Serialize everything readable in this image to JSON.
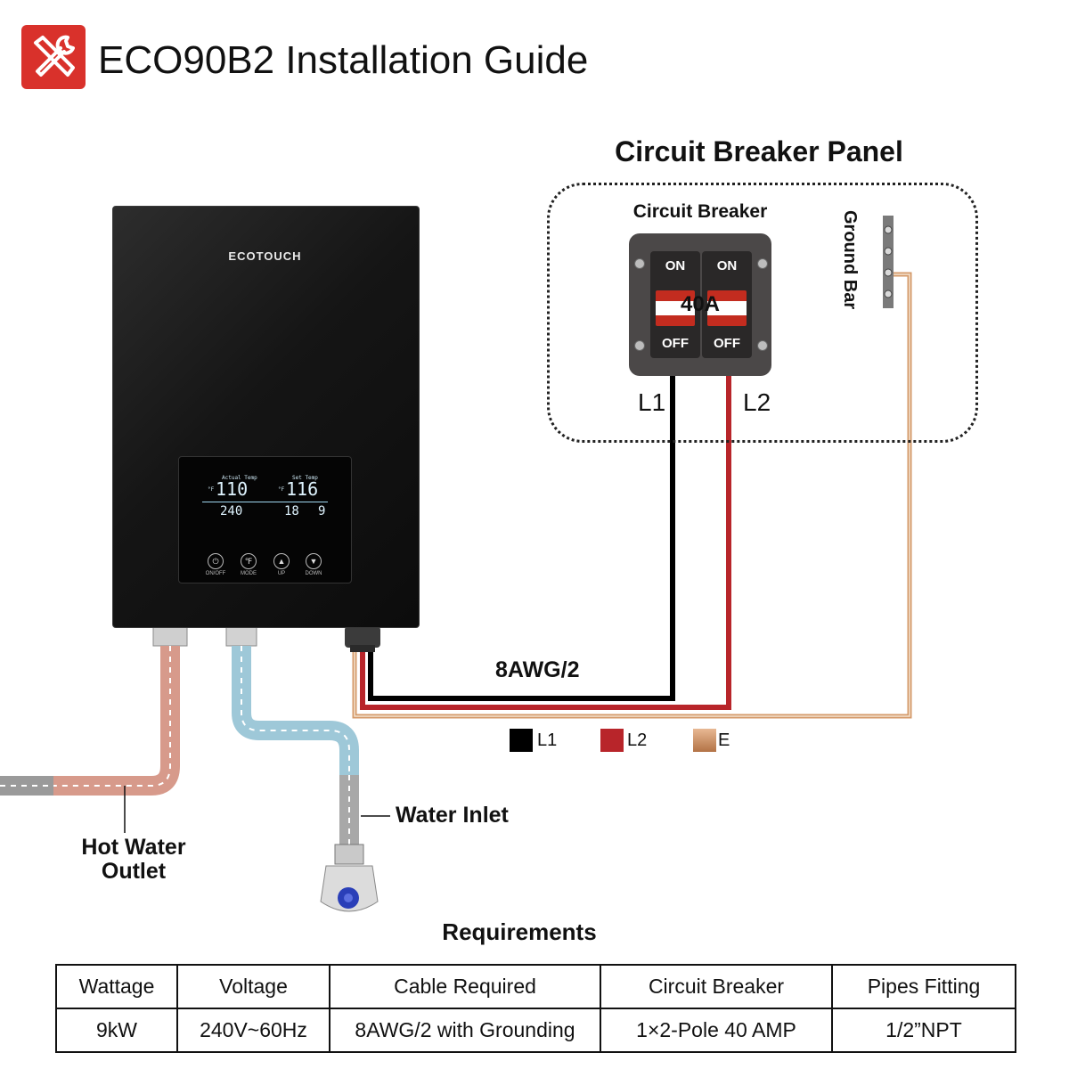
{
  "header": {
    "title": "ECO90B2 Installation Guide",
    "icon": "tools-icon",
    "accent_color": "#d9312b"
  },
  "heater": {
    "brand": "ECOTOUCH",
    "display": {
      "actual_temp_label": "Actual Temp",
      "set_temp_label": "Set Temp",
      "unit_left": "°F",
      "unit_right": "°F",
      "actual_temp": "110",
      "set_temp": "116",
      "voltage": "240",
      "power": "18",
      "flow": "9"
    },
    "buttons": [
      {
        "label": "ON/OFF",
        "icon": "power-icon"
      },
      {
        "label": "MODE",
        "icon": "fahrenheit-celsius-icon"
      },
      {
        "label": "UP",
        "icon": "up-icon"
      },
      {
        "label": "DOWN",
        "icon": "down-icon"
      }
    ]
  },
  "panel": {
    "title": "Circuit Breaker Panel",
    "breaker_title": "Circuit Breaker",
    "ground_bar_label": "Ground Bar",
    "breaker": {
      "on_label": "ON",
      "off_label": "OFF",
      "rating": "40A"
    },
    "wire_l1": "L1",
    "wire_l2": "L2"
  },
  "cable_label": "8AWG/2",
  "legend": [
    {
      "label": "L1",
      "color": "#000000"
    },
    {
      "label": "L2",
      "color": "#b8252a"
    },
    {
      "label": "E",
      "color": "#d49a6a"
    }
  ],
  "callouts": {
    "hot_water_outlet": "Hot Water\nOutlet",
    "water_inlet": "Water Inlet"
  },
  "requirements": {
    "title": "Requirements",
    "headers": [
      "Wattage",
      "Voltage",
      "Cable Required",
      "Circuit Breaker",
      "Pipes Fitting"
    ],
    "values": [
      "9kW",
      "240V~60Hz",
      "8AWG/2 with Grounding",
      "1×2-Pole 40 AMP",
      "1/2”NPT"
    ]
  }
}
